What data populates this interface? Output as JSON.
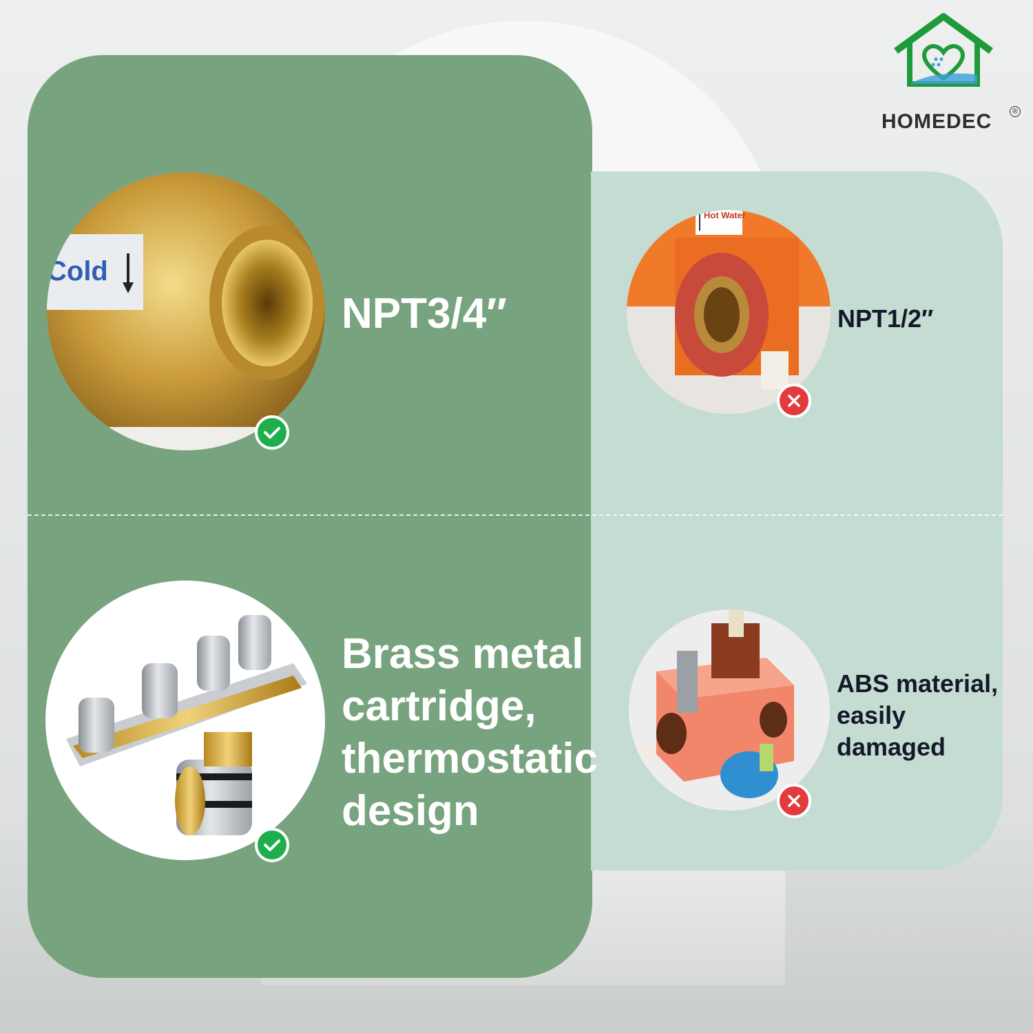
{
  "brand": {
    "name": "HOMEDEC",
    "registered_mark": "®",
    "logo_icon": "house-heart-icon",
    "logo_color": "#1f9a3a"
  },
  "colors": {
    "good_panel": "#78a37f",
    "bad_panel": "#c4dcd1",
    "check_badge": "#1fae4c",
    "cross_badge": "#e23b3b"
  },
  "comparison": {
    "good": [
      {
        "label": "NPT3/4″",
        "photo_text": "Cold",
        "badge_icon": "check-icon"
      },
      {
        "label": "Brass metal cartridge, thermostatic design",
        "lines": [
          "Brass metal",
          "cartridge,",
          "thermostatic",
          "design"
        ],
        "badge_icon": "check-icon"
      }
    ],
    "bad": [
      {
        "label": "NPT1/2″",
        "photo_text": "Hot Water",
        "badge_icon": "cross-icon"
      },
      {
        "label": "ABS material, easily damaged",
        "lines": [
          "ABS material,",
          "easily",
          "damaged"
        ],
        "badge_icon": "cross-icon"
      }
    ]
  }
}
